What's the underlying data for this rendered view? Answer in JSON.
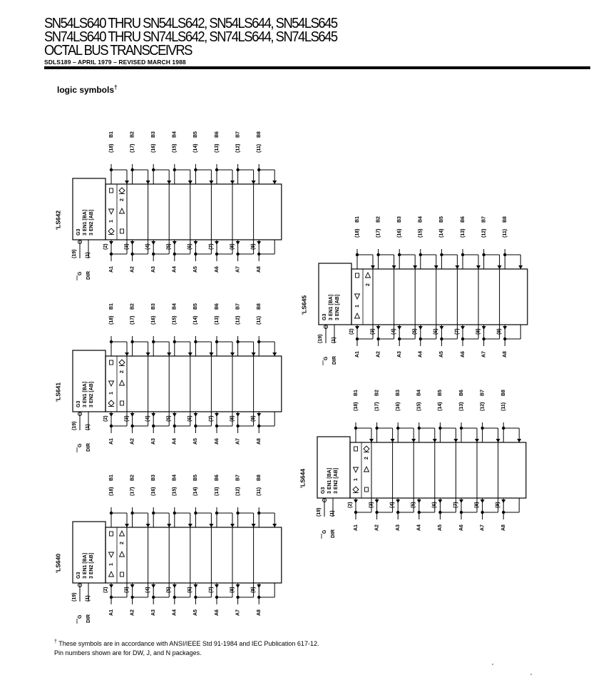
{
  "header": {
    "line1": "SN54LS640 THRU SN54LS642, SN54LS644, SN54LS645",
    "line2": "SN74LS640 THRU SN74LS642, SN74LS644, SN74LS645",
    "line3": "OCTAL BUS TRANSCEIVRS",
    "docinfo": "SDLS189 – APRIL 1979 – REVISED MARCH 1988"
  },
  "section": {
    "title": "logic symbols",
    "dagger": "†"
  },
  "common": {
    "b_labels": [
      "B1",
      "B2",
      "B3",
      "B4",
      "B5",
      "B6",
      "B7",
      "B8"
    ],
    "b_pins": [
      "(18)",
      "(17)",
      "(16)",
      "(15)",
      "(14)",
      "(13)",
      "(12)",
      "(11)"
    ],
    "a_labels": [
      "A1",
      "A2",
      "A3",
      "A4",
      "A5",
      "A6",
      "A7",
      "A8"
    ],
    "a_pins": [
      "(2)",
      "(3)",
      "(4)",
      "(5)",
      "(6)",
      "(7)",
      "(8)",
      "(9)"
    ],
    "g_label": "G",
    "g_pin": "(19)",
    "dir_label": "DIR",
    "dir_pin": "(1)",
    "control_lines": [
      "G3",
      "3 EN1 [BA]",
      "3 EN2 [AB]"
    ]
  },
  "symbols": [
    {
      "name": "'LS642"
    },
    {
      "name": "'LS641"
    },
    {
      "name": "'LS640"
    },
    {
      "name": "'LS645"
    },
    {
      "name": "'LS644"
    }
  ],
  "footnote": {
    "dagger": "†",
    "line1": "These symbols are in accordance with ANSI/IEEE Std 91-1984 and IEC Publication 617-12.",
    "line2": "Pin numbers shown are for DW, J, and N packages."
  }
}
